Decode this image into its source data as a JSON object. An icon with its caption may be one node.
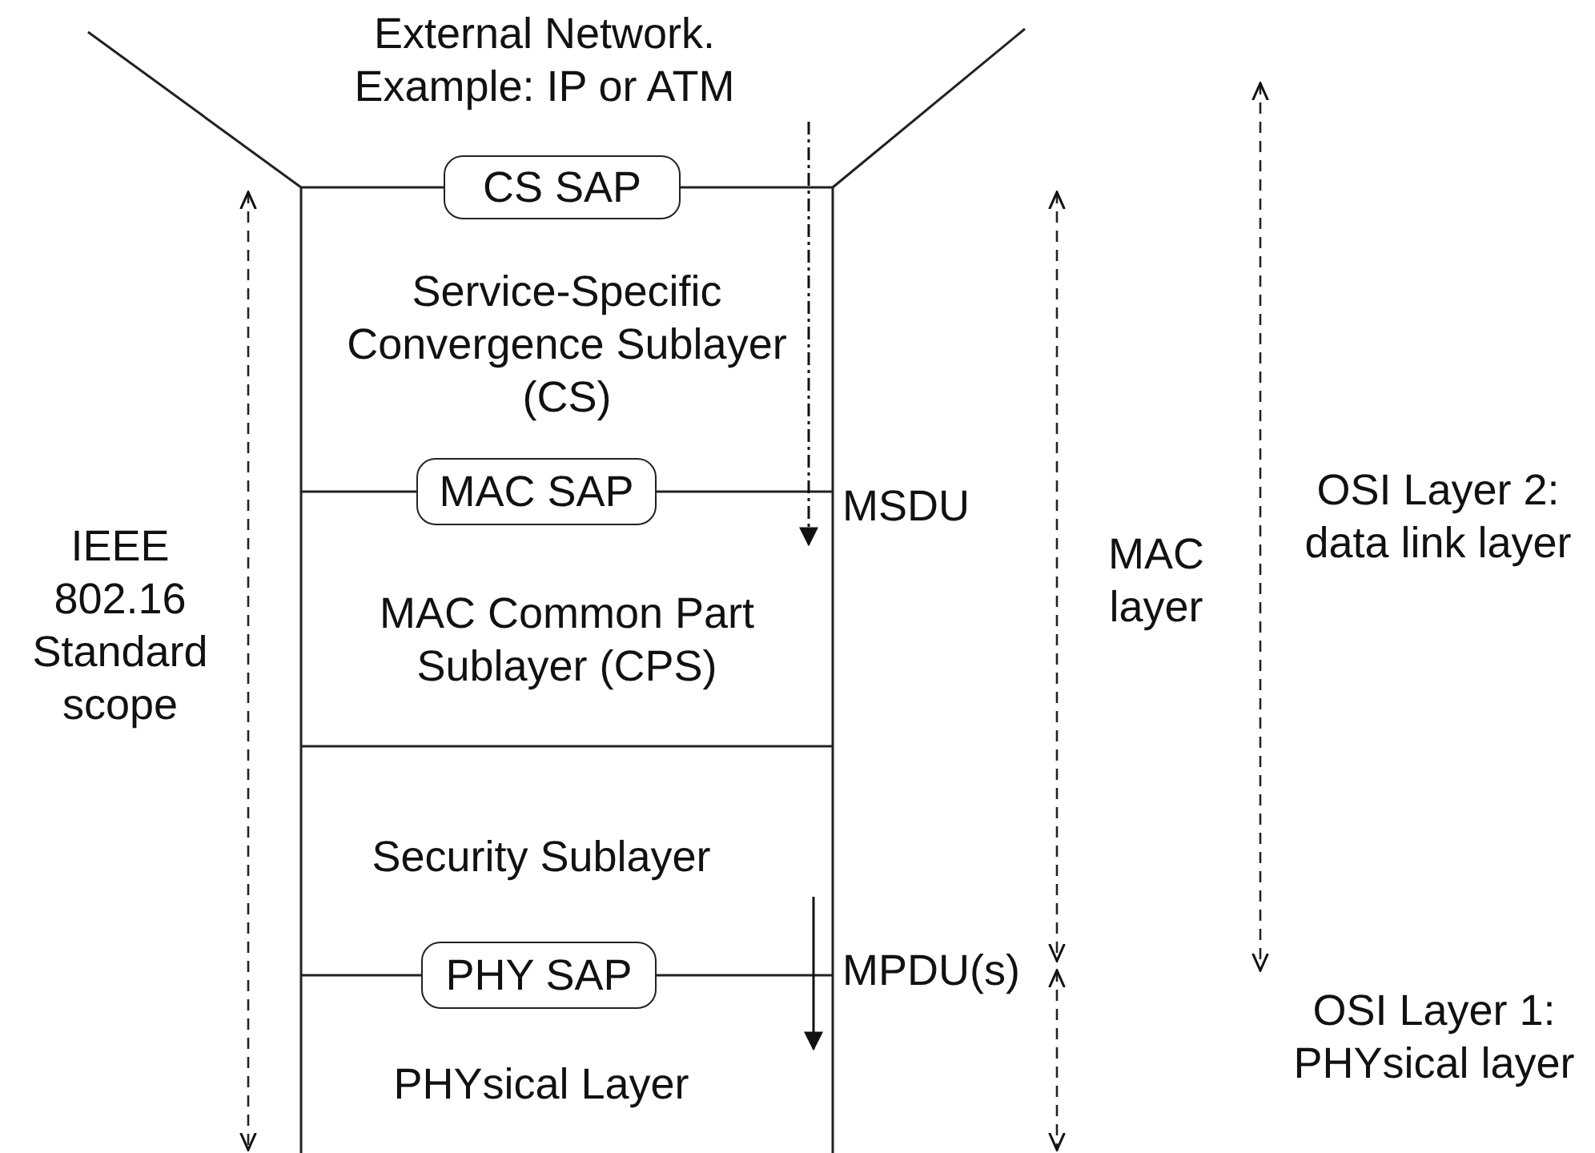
{
  "diagram": {
    "nodes": [
      {
        "text": [
          "External Network. Example: IP or ATM"
        ]
      },
      {
        "text": [
          "CS SAP"
        ]
      },
      {
        "text": [
          "Service-Specific Convergence Sublayer (CS)"
        ]
      },
      {
        "text": [
          "MAC SAP"
        ]
      },
      {
        "text": [
          "MAC Common Part Sublayer (CPS)"
        ]
      },
      {
        "text": [
          "Security Sublayer"
        ]
      },
      {
        "text": [
          "PHY SAP"
        ]
      },
      {
        "text": [
          "PHYsical Layer"
        ]
      }
    ],
    "edges": [
      {
        "from": 0,
        "to": 4,
        "arrow": "to",
        "style": "dashed"
      },
      {
        "from": 5,
        "to": 7,
        "arrow": "to"
      }
    ],
    "labels": [
      "MSDU",
      "MPDU(s)",
      "IEEE 802.16 Standard scope",
      "MAC layer",
      "OSI Layer 2: data link layer",
      "OSI Layer 1: PHYsical layer"
    ]
  }
}
